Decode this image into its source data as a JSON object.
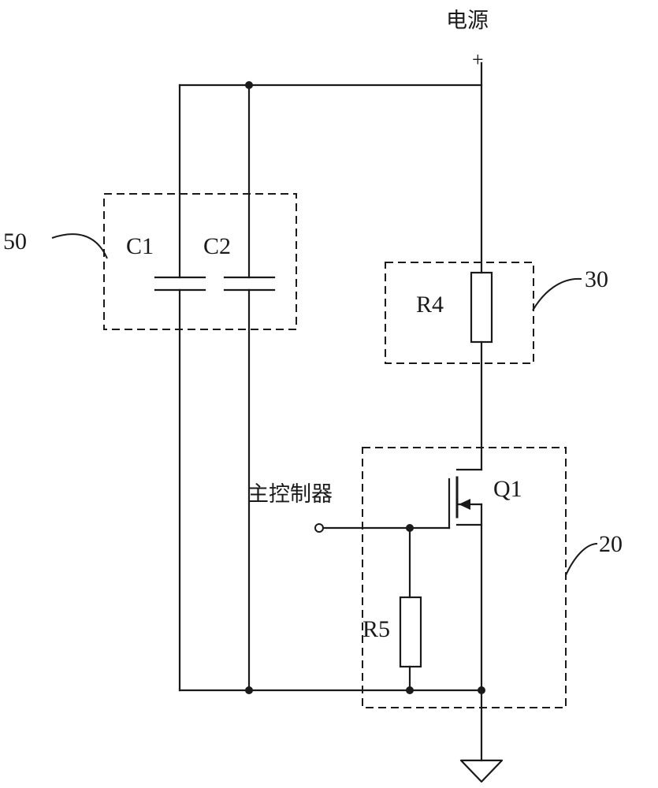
{
  "labels": {
    "power": "电源",
    "main_controller": "主控制器",
    "c1": "C1",
    "c2": "C2",
    "r4": "R4",
    "r5": "R5",
    "q1": "Q1"
  },
  "reference_numbers": {
    "capacitor_module": "50",
    "resistor_module": "30",
    "switch_module": "20"
  },
  "power_symbol": "+"
}
